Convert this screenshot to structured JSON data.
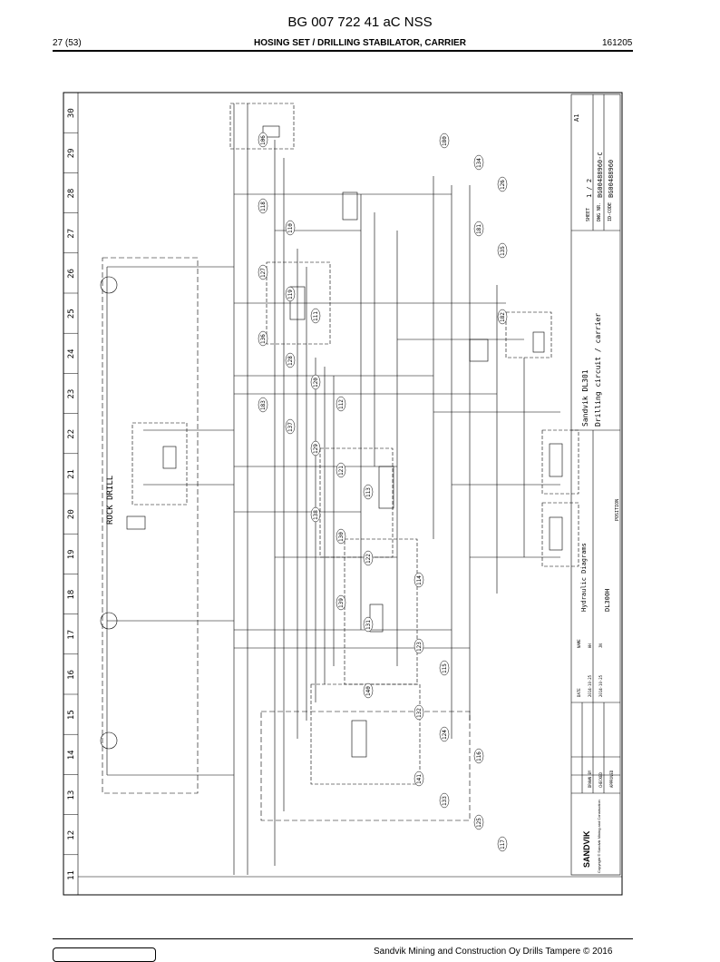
{
  "header": {
    "doc_id": "BG 007 722 41 aC NSS",
    "page": "27 (53)",
    "section": "HOSING SET / DRILLING STABILATOR, CARRIER",
    "date": "161205"
  },
  "drawing": {
    "frame_numbers": [
      "11",
      "12",
      "13",
      "14",
      "15",
      "16",
      "17",
      "18",
      "19",
      "20",
      "21",
      "22",
      "23",
      "24",
      "25",
      "26",
      "27",
      "28",
      "29",
      "30"
    ],
    "rock_drill_label": "ROCK DRILL",
    "title_lines": [
      "Sandvik DL301",
      "Drilling circuit / carrier"
    ],
    "hydraulic_label": "Hydraulic Diagrams",
    "model": "DL300H",
    "position_label": "POSITION",
    "sheet_label": "SHEET",
    "sheet_value": "1 / 2",
    "size_value": "A1",
    "dwg_label": "DWG NR.",
    "dwg_value": "BG00488960-C",
    "idcode_label": "ID-CODE",
    "idcode_value": "BG00488960",
    "brand": "SANDVIK",
    "copyright": "Copyright © Sandvik Mining and Construction",
    "approvals": {
      "headers": [
        "DATE",
        "NAME"
      ],
      "rows": [
        {
          "label": "DRAWN BY",
          "date": "2014-10-25",
          "name": "HH"
        },
        {
          "label": "CHECKED",
          "date": "2014-10-25",
          "name": "JN"
        },
        {
          "label": "APPROVED",
          "date": "",
          "name": ""
        }
      ]
    },
    "callouts": [
      "106",
      "110",
      "111",
      "112",
      "113",
      "114",
      "115",
      "116",
      "117",
      "118",
      "119",
      "120",
      "121",
      "122",
      "123",
      "124",
      "125",
      "126",
      "127",
      "128",
      "129",
      "130",
      "131",
      "132",
      "133",
      "134",
      "135",
      "136",
      "137",
      "138",
      "139",
      "140",
      "141",
      "180",
      "181",
      "182",
      "183"
    ]
  },
  "footer": {
    "text": "Sandvik Mining and Construction Oy Drills Tampere © 2016"
  }
}
